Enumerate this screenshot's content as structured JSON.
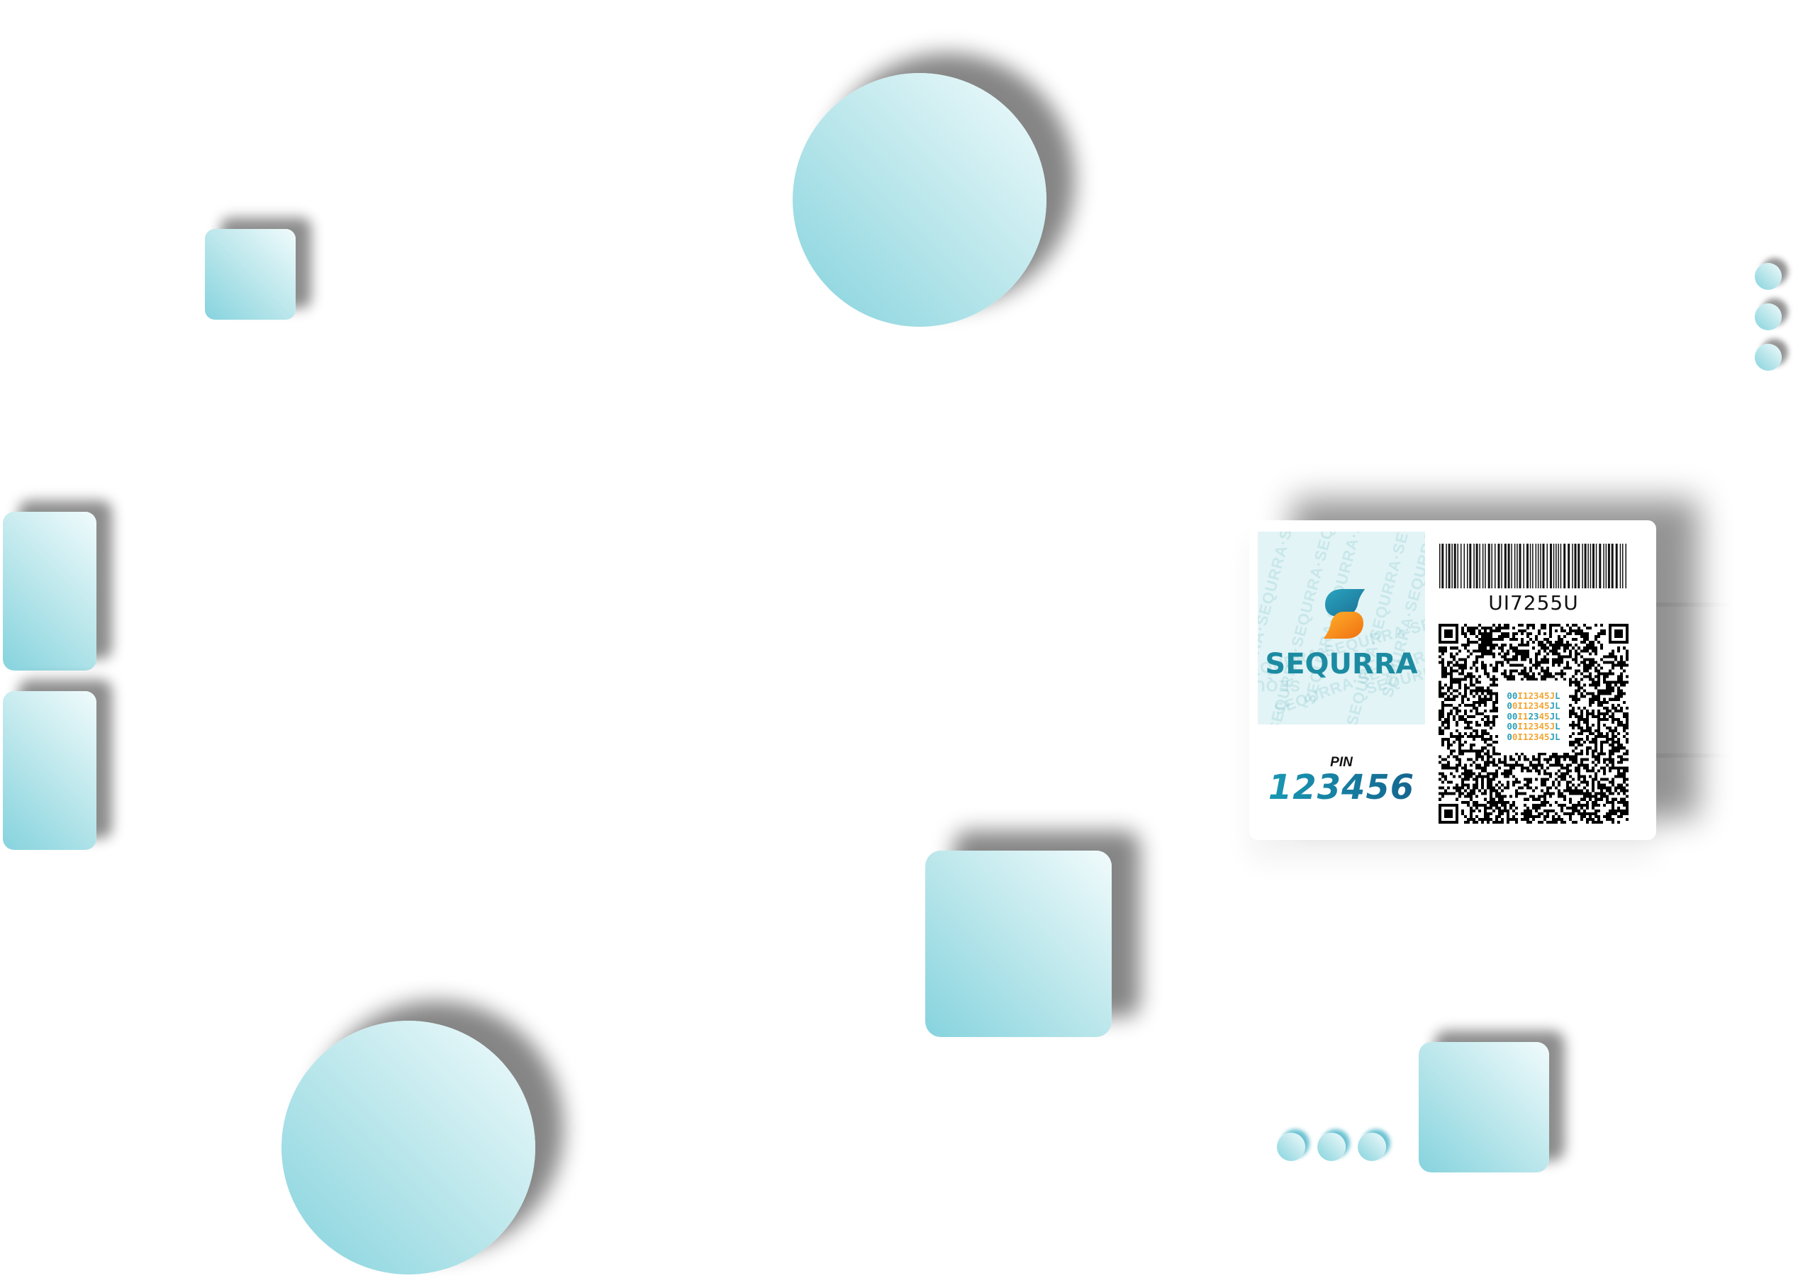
{
  "colors": {
    "shape_gradient_dark": "#86d3de",
    "shape_gradient_light": "#f1fbfc",
    "brand_teal": "#1c8ba2",
    "brand_orange": "#f39a1e",
    "code_teal": "#2a9fba",
    "code_orange": "#f2a531",
    "pin_gradient_start": "#1a9fb8",
    "pin_gradient_end": "#135e8a"
  },
  "label": {
    "brand_name": "SEQURRA",
    "logo_icon": "sequrra-s-logo-icon",
    "watermark_text": "SEQURRA·SEQURRA·SEQURRA",
    "barcode_text": "UI7255U",
    "pin_label": "PIN",
    "pin_value": "123456",
    "qr_code_lines": [
      {
        "segments": [
          {
            "t": "00",
            "c": "teal"
          },
          {
            "t": "I12345J",
            "c": "orange"
          },
          {
            "t": "L",
            "c": "teal"
          }
        ]
      },
      {
        "segments": [
          {
            "t": "0",
            "c": "teal"
          },
          {
            "t": "0I12345",
            "c": "orange"
          },
          {
            "t": "JL",
            "c": "teal"
          }
        ]
      },
      {
        "segments": [
          {
            "t": "00",
            "c": "teal"
          },
          {
            "t": "I1",
            "c": "orange"
          },
          {
            "t": "23",
            "c": "teal"
          },
          {
            "t": "45",
            "c": "orange"
          },
          {
            "t": "JL",
            "c": "teal"
          }
        ]
      },
      {
        "segments": [
          {
            "t": "00",
            "c": "teal"
          },
          {
            "t": "I12345J",
            "c": "orange"
          },
          {
            "t": "L",
            "c": "teal"
          }
        ]
      },
      {
        "segments": [
          {
            "t": "0",
            "c": "teal"
          },
          {
            "t": "0I12345",
            "c": "orange"
          },
          {
            "t": "JL",
            "c": "teal"
          }
        ]
      }
    ]
  },
  "decorations": {
    "shapes": [
      "circle",
      "circle",
      "square",
      "rectangle",
      "rectangle",
      "square",
      "square"
    ],
    "dot_groups": [
      {
        "orientation": "vertical",
        "count": 3
      },
      {
        "orientation": "horizontal",
        "count": 3
      }
    ]
  }
}
